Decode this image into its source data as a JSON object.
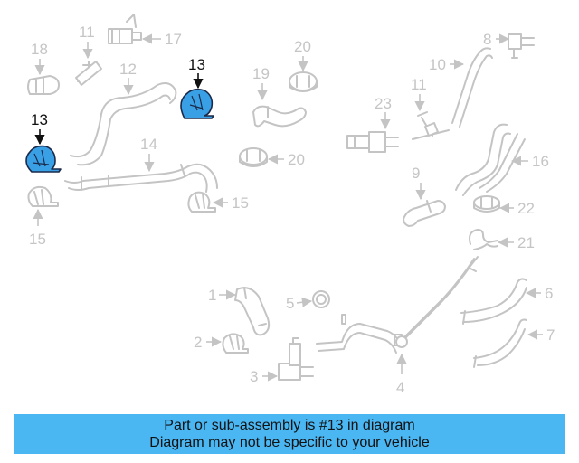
{
  "callouts": {
    "c13a": "13",
    "c13b": "13",
    "c18": "18",
    "c11a": "11",
    "c17": "17",
    "c12": "12",
    "c19": "19",
    "c20a": "20",
    "c14": "14",
    "c15a": "15",
    "c15b": "15",
    "c20b": "20",
    "c8": "8",
    "c10": "10",
    "c11b": "11",
    "c23": "23",
    "c16": "16",
    "c9": "9",
    "c22": "22",
    "c21": "21",
    "c1": "1",
    "c5": "5",
    "c6": "6",
    "c2": "2",
    "c3": "3",
    "c7": "7",
    "c4": "4"
  },
  "banner": {
    "line1": "Part or sub-assembly is #13 in diagram",
    "line2": "Diagram may not be specific to your vehicle"
  },
  "colors": {
    "highlight": "#3aa0e6",
    "banner": "#4ab6f2",
    "part_outline": "#c4c4c4"
  }
}
